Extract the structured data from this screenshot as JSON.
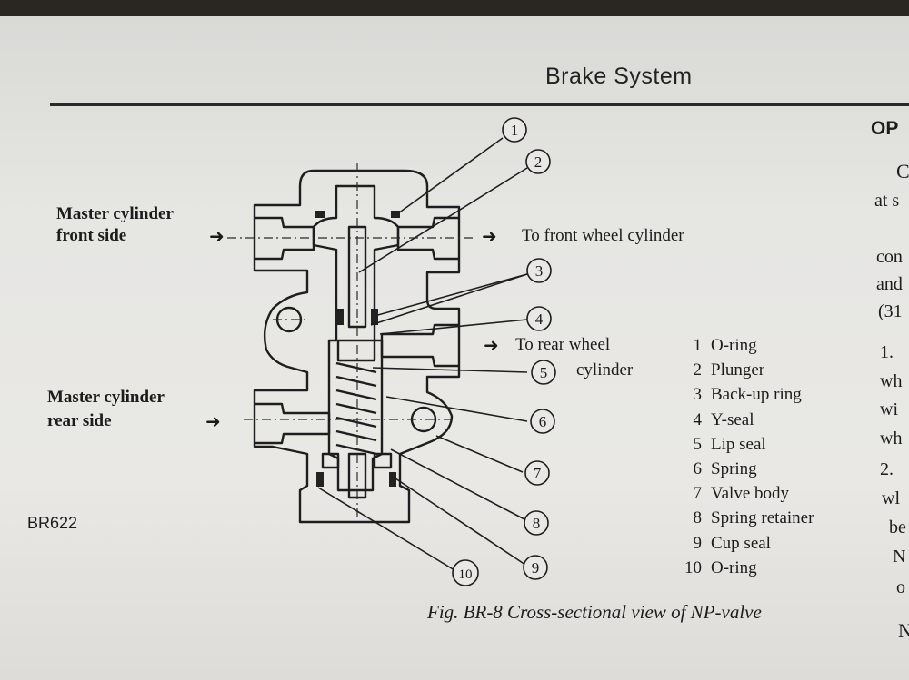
{
  "header": {
    "title": "Brake System"
  },
  "figure": {
    "code": "BR622",
    "caption": "Fig. BR-8  Cross-sectional view of NP-valve",
    "callouts": [
      "1",
      "2",
      "3",
      "4",
      "5",
      "6",
      "7",
      "8",
      "9",
      "10"
    ],
    "labels": {
      "master_front_line1": "Master cylinder",
      "master_front_line2": "front side",
      "to_front": "To front wheel cylinder",
      "to_rear_line1": "To rear wheel",
      "to_rear_line2": "cylinder",
      "master_rear_line1": "Master cylinder",
      "master_rear_line2": "rear side"
    },
    "legend": [
      {
        "num": "1",
        "name": "O-ring"
      },
      {
        "num": "2",
        "name": "Plunger"
      },
      {
        "num": "3",
        "name": "Back-up ring"
      },
      {
        "num": "4",
        "name": "Y-seal"
      },
      {
        "num": "5",
        "name": "Lip seal"
      },
      {
        "num": "6",
        "name": "Spring"
      },
      {
        "num": "7",
        "name": "Valve body"
      },
      {
        "num": "8",
        "name": "Spring retainer"
      },
      {
        "num": "9",
        "name": "Cup seal"
      },
      {
        "num": "10",
        "name": "O-ring"
      }
    ]
  },
  "right_column": {
    "heading": "OP",
    "fragments": [
      "C",
      "at s",
      "con",
      "and",
      "(31",
      "1.",
      "wh",
      "wi",
      "wh",
      "2.",
      "wl",
      "be",
      "N",
      "o",
      "N"
    ]
  }
}
